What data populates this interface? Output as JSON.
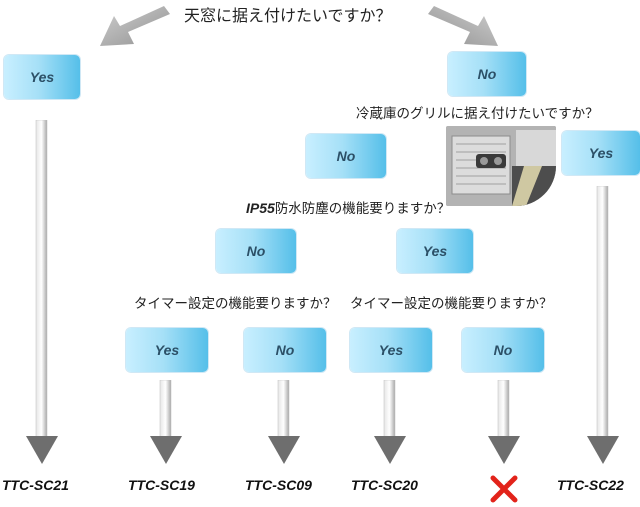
{
  "questions": {
    "q1": "天窓に据え付けたいですか？",
    "q2": "冷蔵庫のグリルに据え付けたいですか？",
    "q3_prefix": "IP55",
    "q3_suffix": "防水防塵の機能要りますか？",
    "q4_left": "タイマー設定の機能要りますか？",
    "q4_right": "タイマー設定の機能要りますか？"
  },
  "boxes": {
    "yes_top": "Yes",
    "no_top": "No",
    "no_grille": "No",
    "yes_grille": "Yes",
    "no_ip55": "No",
    "yes_ip55": "Yes",
    "yes_timer_a": "Yes",
    "no_timer_a": "No",
    "yes_timer_b": "Yes",
    "no_timer_b": "No"
  },
  "results": {
    "r1": "TTC-SC21",
    "r2": "TTC-SC19",
    "r3": "TTC-SC09",
    "r4": "TTC-SC20",
    "r6": "TTC-SC22"
  },
  "colors": {
    "box_light": "#c8efff",
    "box_dark": "#55bfe9",
    "arrow": "#b5b5b5",
    "cross": "#e2231a"
  },
  "icons": {
    "not_available": "red-cross-icon",
    "arrow": "down-arrow-icon"
  }
}
